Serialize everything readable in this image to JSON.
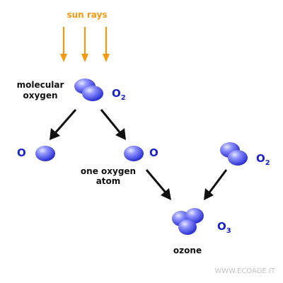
{
  "sun_label": "sun rays",
  "molecular_oxygen": {
    "line1": "molecular",
    "line2": "oxygen",
    "formula": "O",
    "subscript": "2"
  },
  "left_atom": {
    "symbol": "O"
  },
  "right_atom": {
    "symbol": "O",
    "caption_line1": "one oxygen",
    "caption_line2": "atom"
  },
  "second_molecule": {
    "formula": "O",
    "subscript": "2"
  },
  "ozone": {
    "formula": "O",
    "subscript": "3",
    "label": "ozone"
  },
  "credit": "WWW.ECOAGE.IT",
  "colors": {
    "sun_rays": "#f59a10",
    "formula_text": "#1a23c8",
    "atom_light": "#c7c9ff",
    "atom_dark": "#2a2fd0",
    "arrow": "#111111"
  }
}
